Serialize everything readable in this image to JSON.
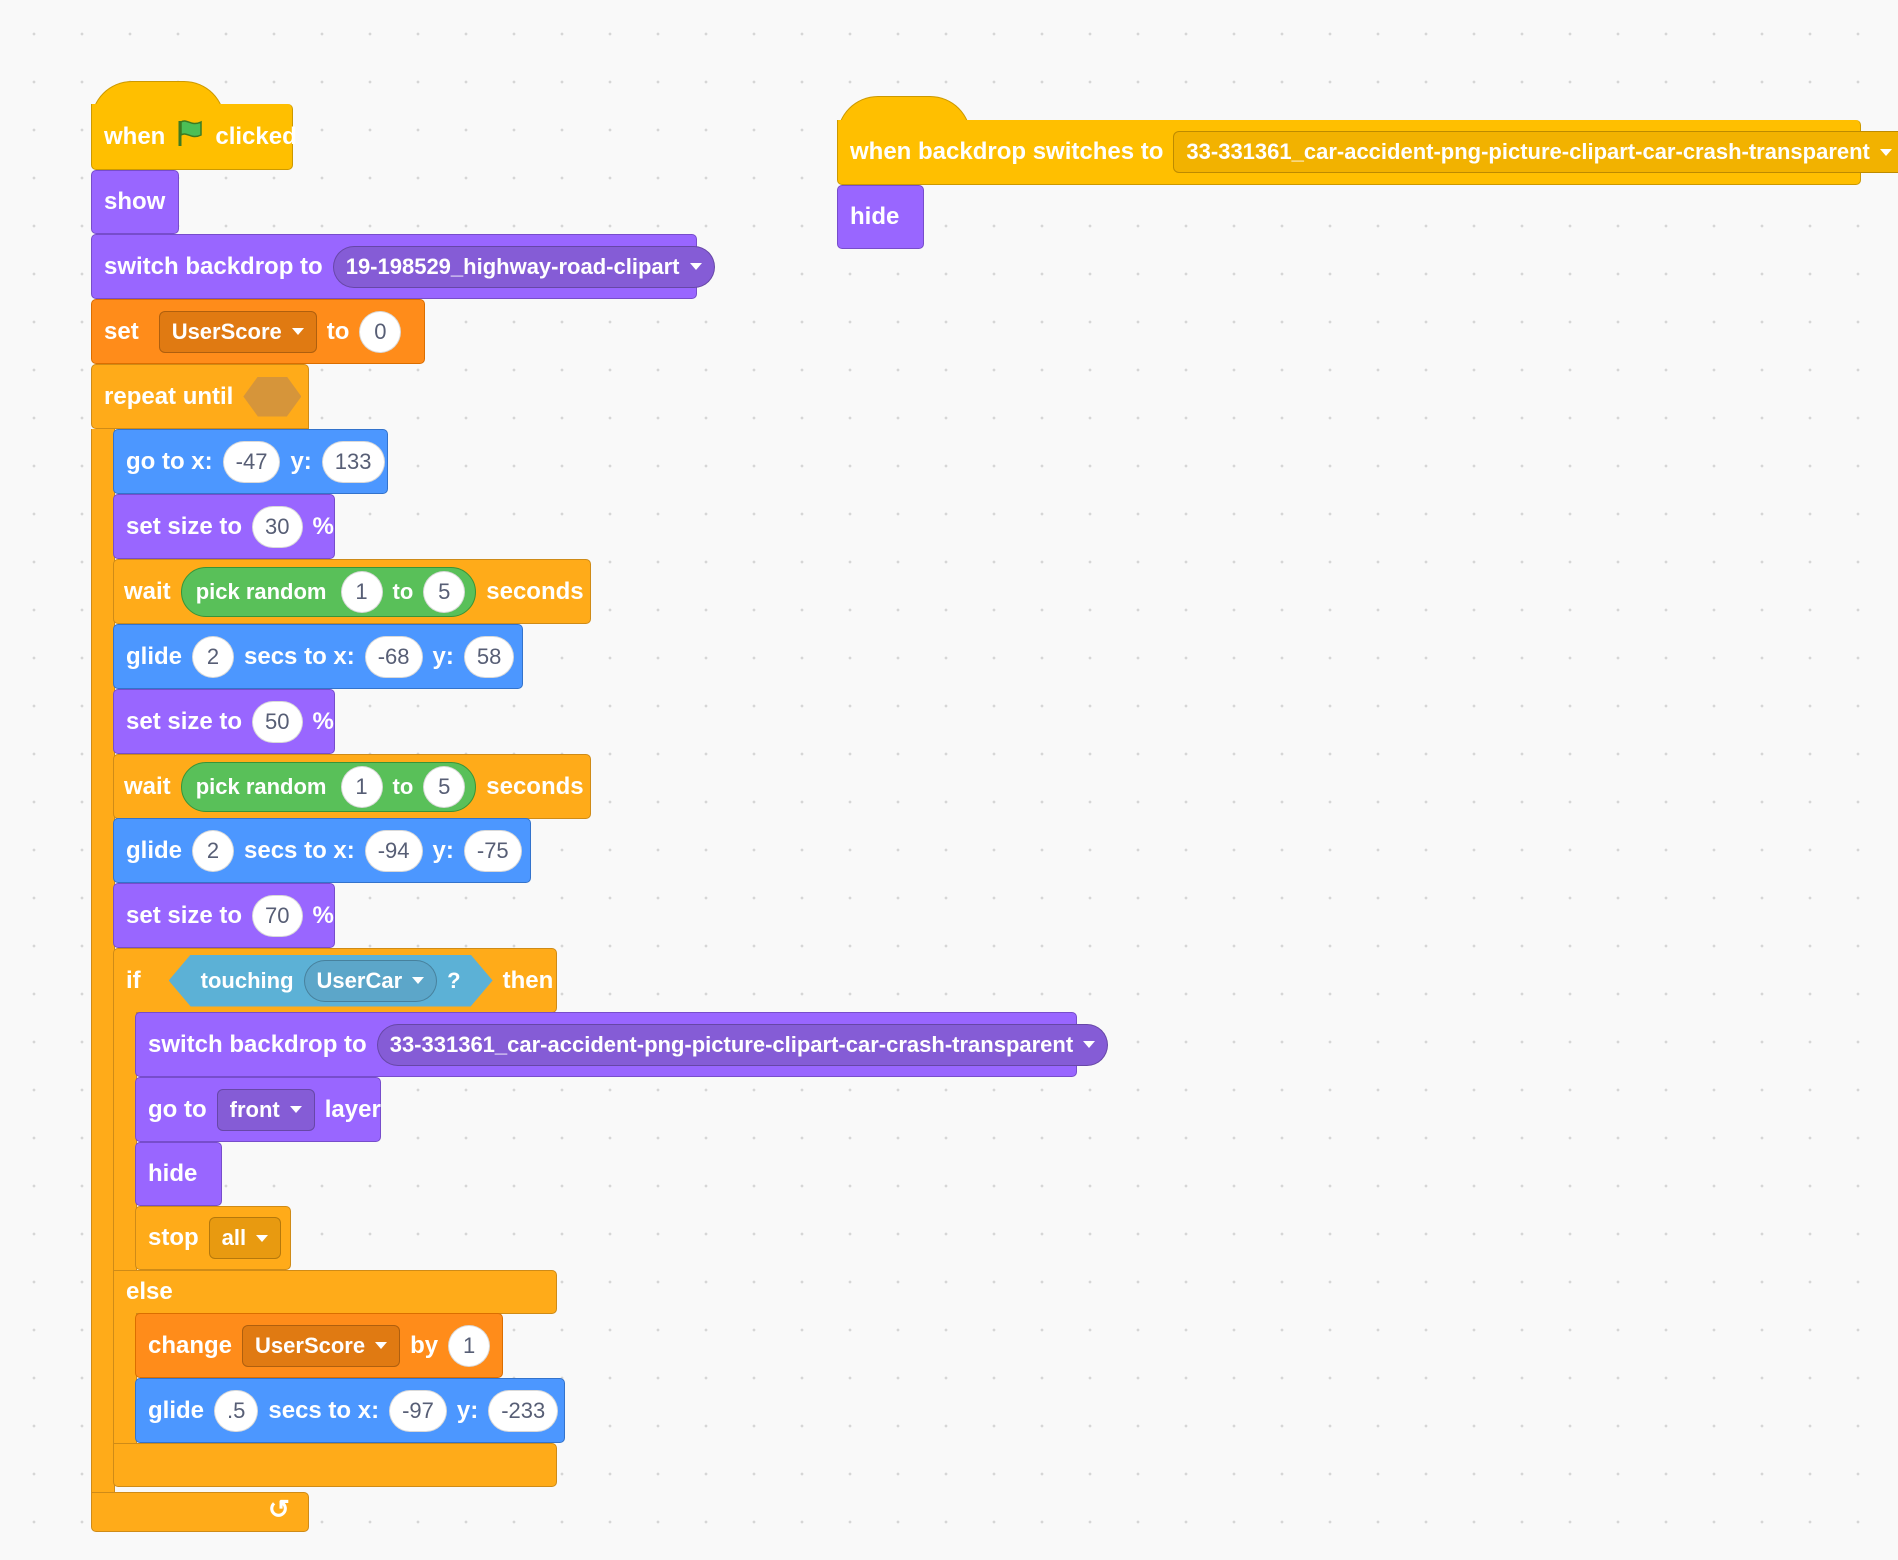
{
  "script1": {
    "hat": {
      "when": "when",
      "clicked": "clicked"
    },
    "show": "show",
    "switch_backdrop": {
      "label": "switch backdrop to",
      "value": "19-198529_highway-road-clipart"
    },
    "set_var": {
      "label": "set",
      "var": "UserScore",
      "to": "to",
      "value": "0"
    },
    "repeat_until": {
      "label": "repeat until"
    },
    "goto_xy": {
      "label": "go to x:",
      "x": "-47",
      "ylabel": "y:",
      "y": "133"
    },
    "set_size_1": {
      "label": "set size to",
      "value": "30",
      "unit": "%"
    },
    "wait_1": {
      "label": "wait",
      "op_label": "pick random",
      "from": "1",
      "to_label": "to",
      "to": "5",
      "unit": "seconds"
    },
    "glide_1": {
      "label": "glide",
      "secs": "2",
      "secs_label": "secs to x:",
      "x": "-68",
      "ylabel": "y:",
      "y": "58"
    },
    "set_size_2": {
      "label": "set size to",
      "value": "50",
      "unit": "%"
    },
    "wait_2": {
      "label": "wait",
      "op_label": "pick random",
      "from": "1",
      "to_label": "to",
      "to": "5",
      "unit": "seconds"
    },
    "glide_2": {
      "label": "glide",
      "secs": "2",
      "secs_label": "secs to x:",
      "x": "-94",
      "ylabel": "y:",
      "y": "-75"
    },
    "set_size_3": {
      "label": "set size to",
      "value": "70",
      "unit": "%"
    },
    "if_block": {
      "label": "if",
      "touching": "touching",
      "object": "UserCar",
      "q": "?",
      "then": "then",
      "else": "else"
    },
    "switch_backdrop_2": {
      "label": "switch backdrop to",
      "value": "33-331361_car-accident-png-picture-clipart-car-crash-transparent"
    },
    "goto_layer": {
      "label": "go to",
      "value": "front",
      "suffix": "layer"
    },
    "hide": "hide",
    "stop": {
      "label": "stop",
      "value": "all"
    },
    "change_var": {
      "label": "change",
      "var": "UserScore",
      "by": "by",
      "value": "1"
    },
    "glide_3": {
      "label": "glide",
      "secs": ".5",
      "secs_label": "secs to x:",
      "x": "-97",
      "ylabel": "y:",
      "y": "-233"
    }
  },
  "script2": {
    "hat": {
      "label": "when backdrop switches to",
      "value": "33-331361_car-accident-png-picture-clipart-car-crash-transparent"
    },
    "hide": "hide"
  }
}
